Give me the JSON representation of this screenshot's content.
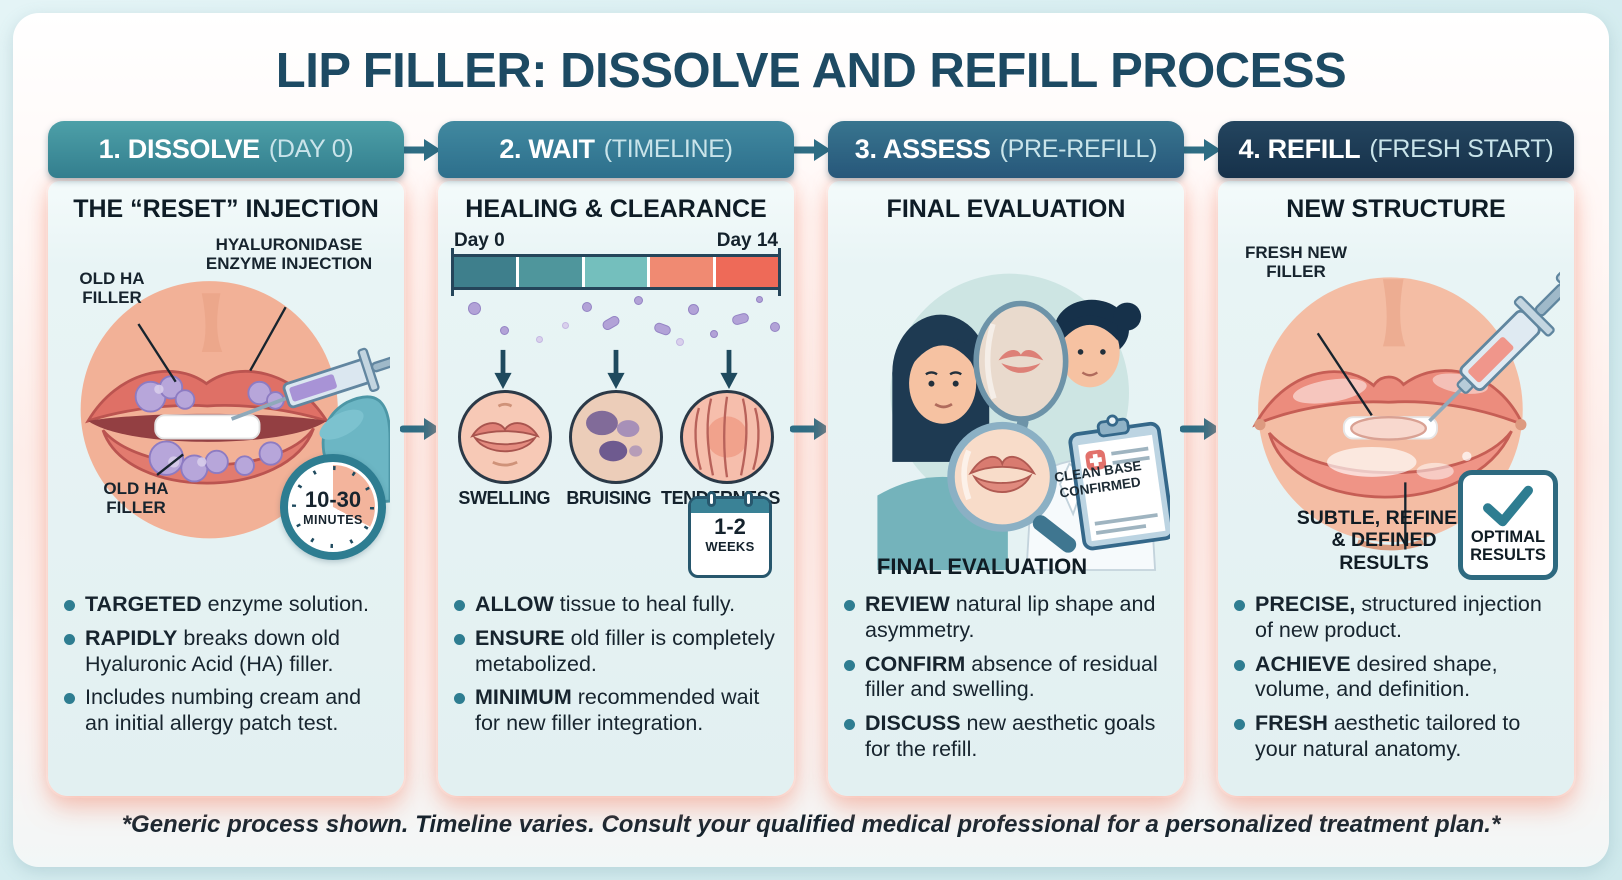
{
  "title": "LIP FILLER: DISSOLVE AND REFILL PROCESS",
  "footer": "*Generic process shown. Timeline varies. Consult your qualified medical professional for a personalized treatment plan.*",
  "colors": {
    "title": "#1d4a63",
    "accent_teal": "#2e7d91",
    "flow_arrow": "#2e6d84",
    "panel_background": "#e7f3f4",
    "header_gradients": [
      "#3f909c",
      "#35798f",
      "#2f6a84",
      "#1e3e56"
    ],
    "timeline_segments": [
      "#3e7f8c",
      "#4f969c",
      "#74bfbd",
      "#f08a72",
      "#ee6a58"
    ]
  },
  "panels": [
    {
      "header": {
        "label": "1. DISSOLVE",
        "suffix": "(DAY 0)"
      },
      "subtitle": "THE “RESET” INJECTION",
      "labels": {
        "old_filler_top": "OLD HA FILLER",
        "enzyme": "HYALURONIDASE ENZYME INJECTION",
        "old_filler_bottom": "OLD HA FILLER"
      },
      "timer": {
        "value": "10-30",
        "unit": "MINUTES"
      },
      "bullets": [
        {
          "strong": "TARGETED",
          "rest": " enzyme solution."
        },
        {
          "strong": "RAPIDLY",
          "rest": " breaks down old Hyaluronic Acid (HA) filler."
        },
        {
          "strong": "",
          "rest": "Includes numbing cream and an initial allergy patch test."
        }
      ]
    },
    {
      "header": {
        "label": "2. WAIT",
        "suffix": "(TIMELINE)"
      },
      "subtitle": "HEALING & CLEARANCE",
      "timeline": {
        "start_label": "Day 0",
        "end_label": "Day 14"
      },
      "symptoms": [
        "SWELLING",
        "BRUISING",
        "TENDERNESS"
      ],
      "calendar": {
        "value": "1-2",
        "unit": "WEEKS"
      },
      "bullets": [
        {
          "strong": "ALLOW",
          "rest": " tissue to heal fully."
        },
        {
          "strong": "ENSURE",
          "rest": " old filler is completely metabolized."
        },
        {
          "strong": "MINIMUM",
          "rest": " recommended wait for new filler integration."
        }
      ]
    },
    {
      "header": {
        "label": "3. ASSESS",
        "suffix": "(PRE-REFILL)"
      },
      "subtitle": "FINAL EVALUATION",
      "clipboard_text": "CLEAN BASE CONFIRMED",
      "caption": "FINAL EVALUATION",
      "bullets": [
        {
          "strong": "REVIEW",
          "rest": " natural lip shape and asymmetry."
        },
        {
          "strong": "CONFIRM",
          "rest": " absence of residual filler and swelling."
        },
        {
          "strong": "DISCUSS",
          "rest": " new aesthetic goals for the refill."
        }
      ]
    },
    {
      "header": {
        "label": "4. REFILL",
        "suffix": "(FRESH START)"
      },
      "subtitle": "NEW STRUCTURE",
      "labels": {
        "fresh_filler": "FRESH NEW FILLER"
      },
      "caption": "SUBTLE, REFINED & DEFINED RESULTS",
      "badge": "OPTIMAL RESULTS",
      "bullets": [
        {
          "strong": "PRECISE,",
          "rest": " structured injection of new product."
        },
        {
          "strong": "ACHIEVE",
          "rest": " desired shape, volume, and definition."
        },
        {
          "strong": "FRESH",
          "rest": " aesthetic tailored to your natural anatomy."
        }
      ]
    }
  ]
}
